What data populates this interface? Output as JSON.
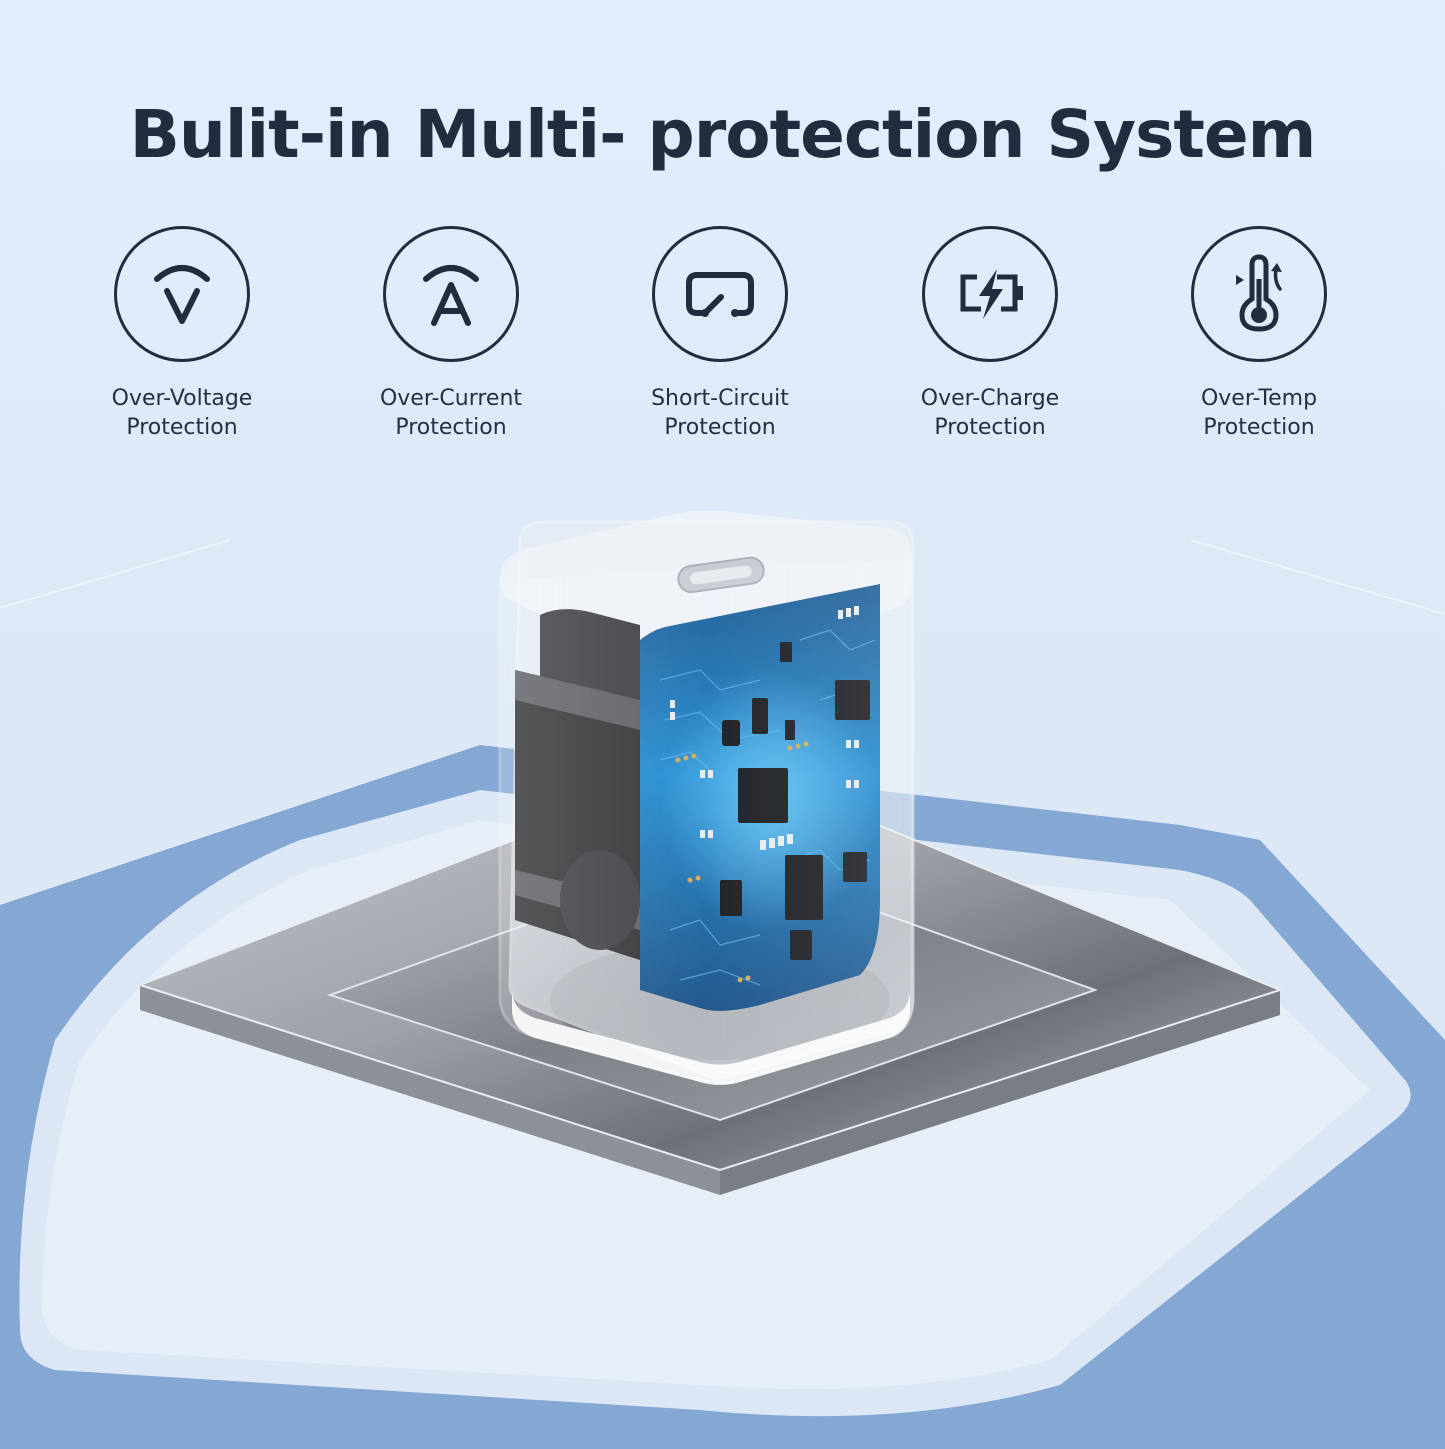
{
  "headline": "Bulit-in Multi- protection System",
  "features": [
    {
      "icon": "voltage-gauge-icon",
      "line1": "Over-Voltage",
      "line2": "Protection"
    },
    {
      "icon": "current-gauge-icon",
      "line1": "Over-Current",
      "line2": "Protection"
    },
    {
      "icon": "short-circuit-icon",
      "line1": "Short-Circuit",
      "line2": "Protection"
    },
    {
      "icon": "battery-charge-icon",
      "line1": "Over-Charge",
      "line2": "Protection"
    },
    {
      "icon": "thermometer-icon",
      "line1": "Over-Temp",
      "line2": "Protection"
    }
  ],
  "colors": {
    "text": "#1f2d3f",
    "background": "#dfeaf8",
    "accent_band": "#84a7d3",
    "pcb_blue": "#1c6fb0",
    "metal": "#a9adb3"
  }
}
